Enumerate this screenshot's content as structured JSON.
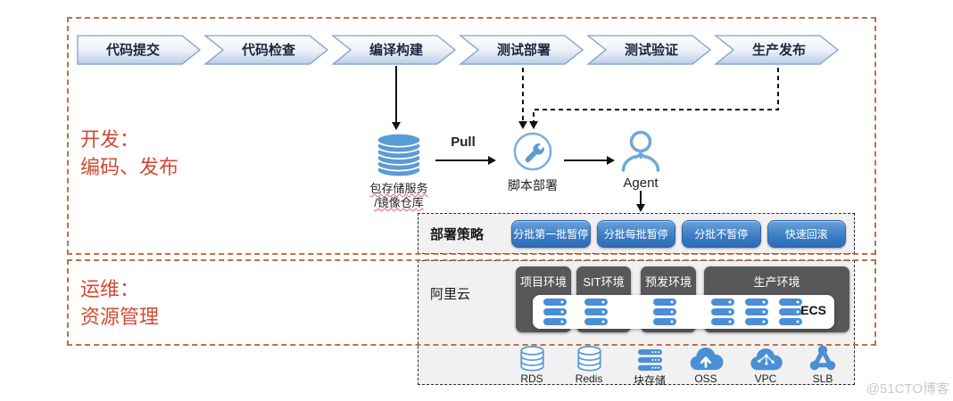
{
  "regions": {
    "dev": {
      "label_line1": "开发：",
      "label_line2": "编码、发布"
    },
    "ops": {
      "label_line1": "运维：",
      "label_line2": "资源管理"
    }
  },
  "pipeline": {
    "stages": [
      {
        "label": "代码提交"
      },
      {
        "label": "代码检查"
      },
      {
        "label": "编译构建"
      },
      {
        "label": "测试部署"
      },
      {
        "label": "测试验证"
      },
      {
        "label": "生产发布"
      }
    ]
  },
  "artifacts": {
    "package_store": {
      "label_line1": "包存储服务",
      "label_line2": "/镜像仓库",
      "icon": "database-stack-icon"
    },
    "pull_label": "Pull",
    "script_deploy": {
      "label": "脚本部署",
      "icon": "wrench-circle-icon"
    },
    "agent": {
      "label": "Agent",
      "icon": "person-icon"
    }
  },
  "deploy_strategy": {
    "title": "部署策略",
    "buttons": [
      "分批第一批暂停",
      "分批每批暂停",
      "分批不暂停",
      "快速回滚"
    ]
  },
  "cloud": {
    "title": "阿里云",
    "environments": [
      {
        "label": "项目环境",
        "servers": 1
      },
      {
        "label": "SIT环境",
        "servers": 1
      },
      {
        "label": "预发环境",
        "servers": 1
      },
      {
        "label": "生产环境",
        "servers": 3
      }
    ],
    "ecs_label": "ECS",
    "services": [
      {
        "label": "RDS",
        "icon": "database-outline-icon"
      },
      {
        "label": "Redis",
        "icon": "database-outline-icon"
      },
      {
        "label": "块存储",
        "icon": "block-storage-icon"
      },
      {
        "label": "OSS",
        "icon": "cloud-upload-icon"
      },
      {
        "label": "VPC",
        "icon": "cloud-network-icon"
      },
      {
        "label": "SLB",
        "icon": "load-balancer-icon"
      }
    ]
  },
  "watermark": "@51CTO博客",
  "colors": {
    "region_border": "#bf7245",
    "region_label": "#d14a32",
    "chevron_border": "#7f9ecf",
    "button_blue": "#3a7cc4",
    "env_gray": "#58585a",
    "icon_blue": "#4b8fd5",
    "box_bg": "#f1f1f2"
  }
}
